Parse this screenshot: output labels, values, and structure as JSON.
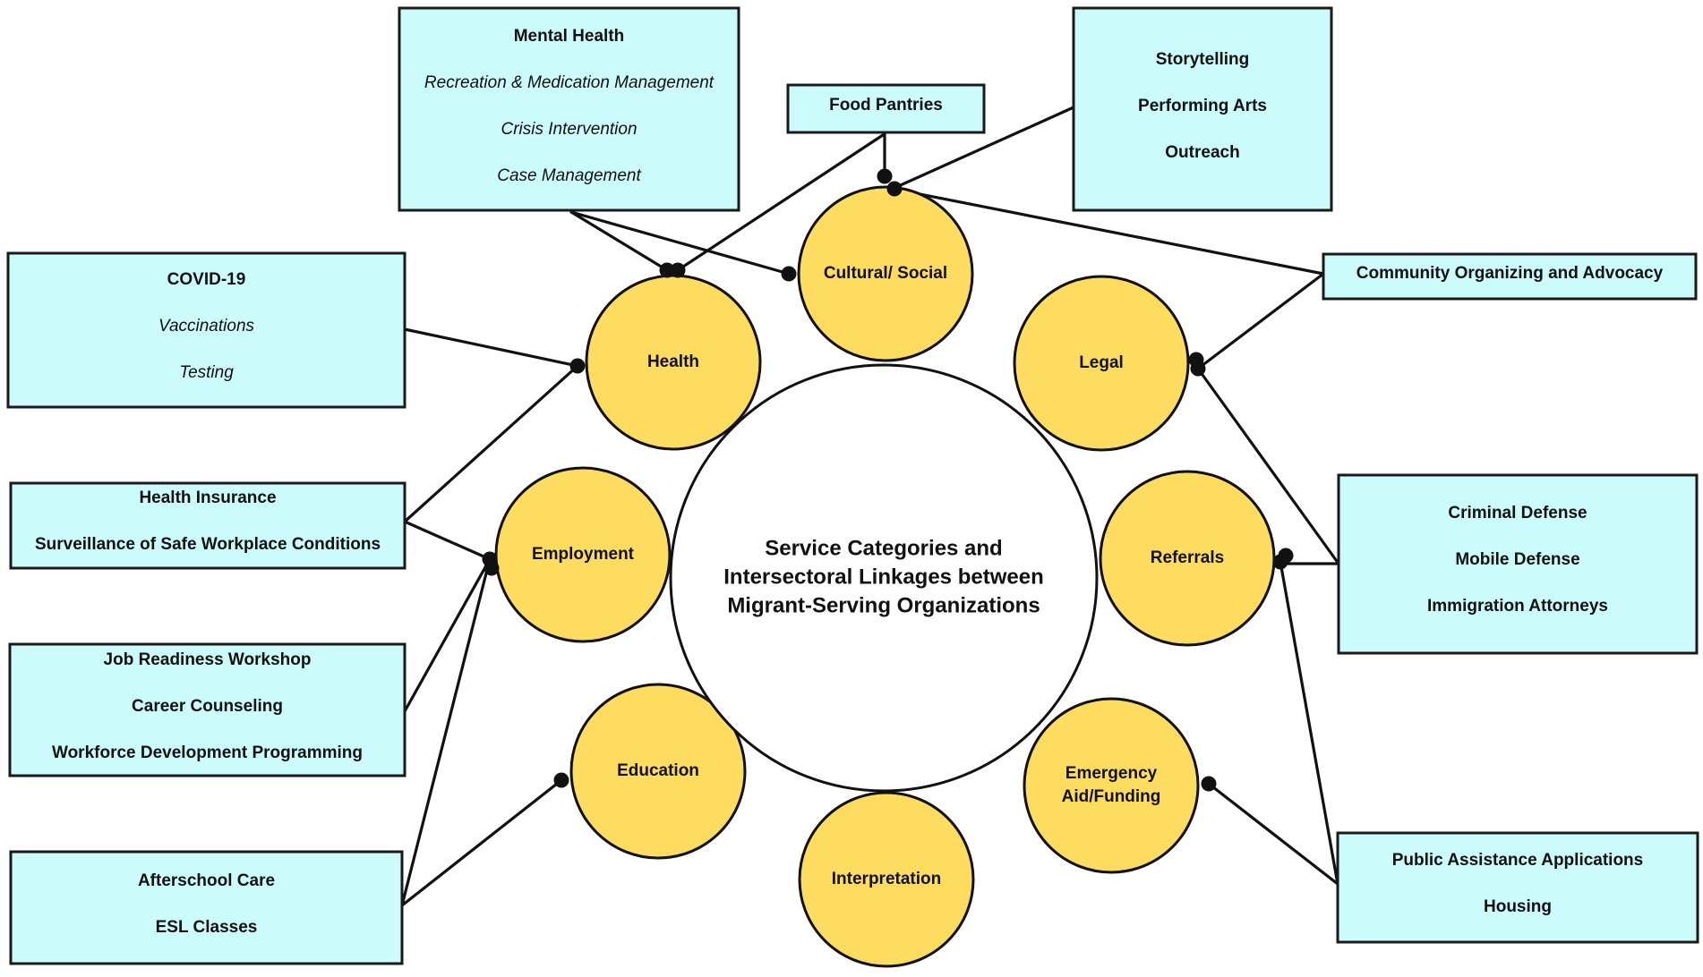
{
  "center_title": [
    "Service Categories and",
    "Intersectoral Linkages between",
    "Migrant-Serving Organizations"
  ],
  "categories": {
    "cultural_social": [
      "Cultural/ Social"
    ],
    "health": [
      "Health"
    ],
    "legal": [
      "Legal"
    ],
    "employment": [
      "Employment"
    ],
    "referrals": [
      "Referrals"
    ],
    "education": [
      "Education"
    ],
    "emergency": [
      "Emergency",
      "Aid/Funding"
    ],
    "interpretation": [
      "Interpretation"
    ]
  },
  "service_boxes": {
    "mental_health": [
      {
        "text": "Mental Health",
        "style": "bold"
      },
      {
        "text": "Recreation & Medication Management",
        "style": "italic"
      },
      {
        "text": "Crisis Intervention",
        "style": "italic"
      },
      {
        "text": "Case Management",
        "style": "italic"
      }
    ],
    "food_pantries": [
      {
        "text": "Food Pantries",
        "style": "bold"
      }
    ],
    "storytelling": [
      {
        "text": "Storytelling",
        "style": "bold"
      },
      {
        "text": "Performing Arts",
        "style": "bold"
      },
      {
        "text": "Outreach",
        "style": "bold"
      }
    ],
    "community_organizing": [
      {
        "text": "Community Organizing and Advocacy",
        "style": "bold"
      }
    ],
    "covid": [
      {
        "text": "COVID-19",
        "style": "bold"
      },
      {
        "text": "Vaccinations",
        "style": "italic"
      },
      {
        "text": "Testing",
        "style": "italic"
      }
    ],
    "health_insurance": [
      {
        "text": "Health Insurance",
        "style": "bold"
      },
      {
        "text": "Surveillance of Safe Workplace Conditions",
        "style": "bold"
      }
    ],
    "criminal_defense": [
      {
        "text": "Criminal Defense",
        "style": "bold"
      },
      {
        "text": "Mobile Defense",
        "style": "bold"
      },
      {
        "text": "Immigration Attorneys",
        "style": "bold"
      }
    ],
    "job_readiness": [
      {
        "text": "Job Readiness Workshop",
        "style": "bold"
      },
      {
        "text": "Career Counseling",
        "style": "bold"
      },
      {
        "text": "Workforce Development Programming",
        "style": "bold"
      }
    ],
    "public_assistance": [
      {
        "text": "Public Assistance Applications",
        "style": "bold"
      },
      {
        "text": "Housing",
        "style": "bold"
      }
    ],
    "afterschool": [
      {
        "text": "Afterschool Care",
        "style": "bold"
      },
      {
        "text": "ESL Classes",
        "style": "bold"
      }
    ]
  },
  "colors": {
    "box_fill": "#ccfbfc",
    "category_fill": "#fddc5f",
    "center_fill": "#ffffff",
    "stroke": "#111111"
  }
}
